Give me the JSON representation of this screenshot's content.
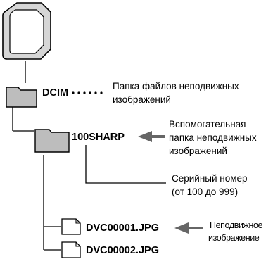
{
  "tree": {
    "dcim": "DCIM",
    "subfolder": "100SHARP",
    "file1": "DVC00001.JPG",
    "file2": "DVC00002.JPG"
  },
  "notes": {
    "dcim_line1": "Папка файлов неподвижных",
    "dcim_line2": "изображений",
    "sub_line1": "Вспомогательная",
    "sub_line2": "папка неподвижных",
    "sub_line3": "изображений",
    "serial_line1": "Серийный номер",
    "serial_line2": "(от 100 до 999)",
    "file_line1": "Неподвижное",
    "file_line2": "изображение"
  },
  "icons": [
    "memory-card-icon",
    "folder-icon",
    "file-icon"
  ]
}
